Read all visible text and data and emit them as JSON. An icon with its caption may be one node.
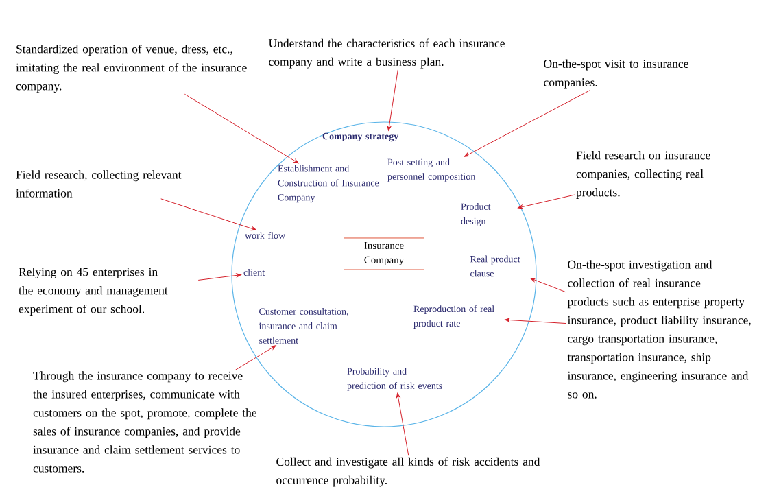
{
  "diagram": {
    "nodes": [
      {
        "text": [],
        "shape": "circle"
      },
      {
        "text": [
          "Company strategy"
        ],
        "in": 0
      },
      {
        "text": [
          "Establishment and Construction of Insurance Company"
        ],
        "in": 0
      },
      {
        "text": [
          "Post setting and personnel composition"
        ],
        "in": 0
      },
      {
        "text": [
          "Product design"
        ],
        "in": 0
      },
      {
        "text": [
          "work flow"
        ],
        "in": 0
      },
      {
        "text": [
          "Insurance Company"
        ],
        "in": 0
      },
      {
        "text": [
          "Real product clause"
        ],
        "in": 0
      },
      {
        "text": [
          "client"
        ],
        "in": 0
      },
      {
        "text": [
          "Reproduction of real product rate"
        ],
        "in": 0
      },
      {
        "text": [
          "Customer consultation, insurance and claim settlement"
        ],
        "in": 0
      },
      {
        "text": [
          "Probability and prediction of risk events"
        ],
        "in": 0
      },
      {
        "text": [
          "Standardized operation of venue, dress, etc., imitating the real environment of the insurance company."
        ]
      },
      {
        "text": [
          "Understand the characteristics of each insurance company and write a business plan."
        ]
      },
      {
        "text": [
          "On-the-spot visit to insurance companies."
        ]
      },
      {
        "text": [
          "Field research, collecting relevant information"
        ]
      },
      {
        "text": [
          "Field research on insurance companies, collecting real products."
        ]
      },
      {
        "text": [
          "Relying on 45 enterprises in the economy and management experiment of our school."
        ]
      },
      {
        "text": [
          "On-the-spot investigation and collection of real insurance products such as enterprise property insurance, product liability insurance, cargo transportation insurance, transportation insurance, ship insurance, engineering insurance and so on."
        ]
      },
      {
        "text": [
          "Through the insurance company to receive the insured enterprises, communicate with customers on the spot, promote, complete the sales of insurance companies, and provide insurance and claim settlement services to customers."
        ]
      },
      {
        "text": [
          "Collect and investigate all kinds of risk accidents and occurrence probability."
        ]
      }
    ],
    "edges": [
      {
        "from": 12,
        "to": 2,
        "arrow": "to"
      },
      {
        "from": 13,
        "to": 1,
        "arrow": "to"
      },
      {
        "from": 14,
        "to": 3,
        "arrow": "to"
      },
      {
        "from": 15,
        "to": 5,
        "arrow": "to"
      },
      {
        "from": 16,
        "to": 4,
        "arrow": "to"
      },
      {
        "from": 17,
        "to": 8,
        "arrow": "to"
      },
      {
        "from": 18,
        "to": 7,
        "arrow": "to"
      },
      {
        "from": 18,
        "to": 9,
        "arrow": "to"
      },
      {
        "from": 19,
        "to": 10,
        "arrow": "to"
      },
      {
        "from": 20,
        "to": 11,
        "arrow": "to"
      }
    ]
  }
}
